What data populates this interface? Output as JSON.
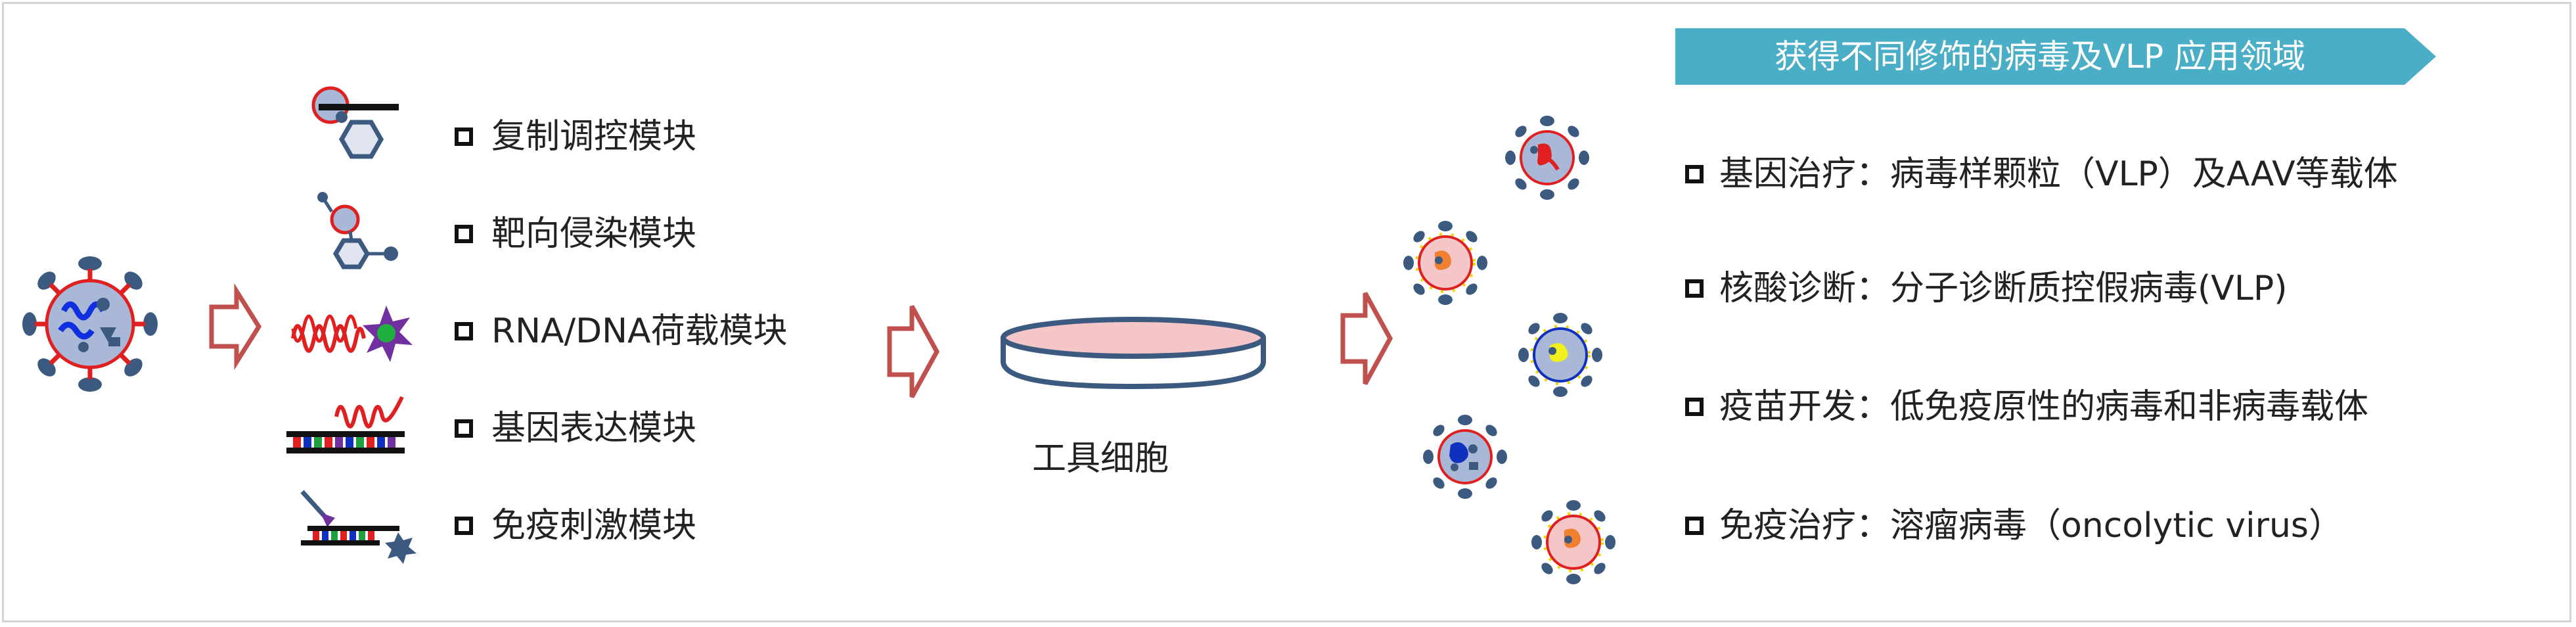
{
  "banner": {
    "text": "获得不同修饰的病毒及VLP 应用领域",
    "color": "#4aaec7"
  },
  "modules": [
    {
      "label": "复制调控模块",
      "icon": "replication-control-icon"
    },
    {
      "label": "靶向侵染模块",
      "icon": "targeted-infection-icon"
    },
    {
      "label": "RNA/DNA荷载模块",
      "icon": "rna-dna-cargo-icon"
    },
    {
      "label": "基因表达模块",
      "icon": "gene-expression-icon"
    },
    {
      "label": "免疫刺激模块",
      "icon": "immune-stimulation-icon"
    }
  ],
  "cell": {
    "label": "工具细胞",
    "fill_color": "#f4c6c8",
    "rim_color": "#3c5a80"
  },
  "applications": [
    {
      "label": "基因治疗：病毒样颗粒（VLP）及AAV等载体"
    },
    {
      "label": "核酸诊断：分子诊断质控假病毒(VLP)"
    },
    {
      "label": "疫苗开发：低免疫原性的病毒和非病毒载体"
    },
    {
      "label": "免疫治疗：溶瘤病毒（oncolytic virus）"
    }
  ],
  "colors": {
    "arrow": "#c0504d",
    "virus_body": "#a8b8d6",
    "virus_spike": "#3c5a80",
    "virus_rim_red": "#e02020",
    "virus_rim_yellow": "#f0d400",
    "virus_rim_blue": "#1030c0"
  }
}
